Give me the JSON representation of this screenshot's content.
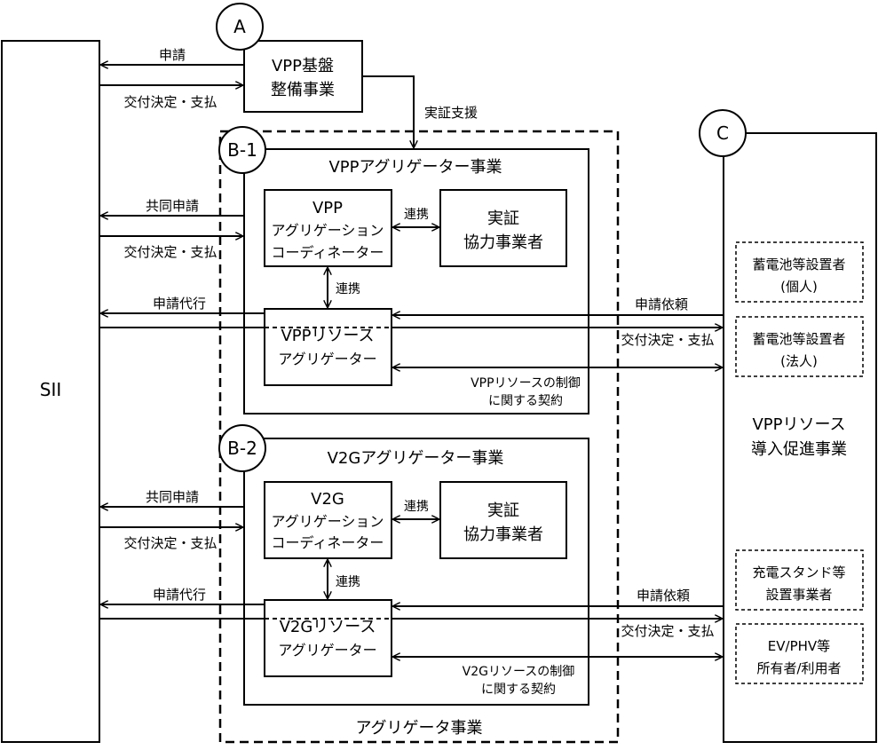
{
  "colors": {
    "line": "#000000",
    "background": "#ffffff"
  },
  "markers": {
    "a": "A",
    "b1": "B-1",
    "b2": "B-2",
    "c": "C"
  },
  "sii": {
    "label": "SII"
  },
  "vpp_kiban": {
    "line1": "VPP基盤",
    "line2": "整備事業"
  },
  "jisshou_shien": "実証支援",
  "b1": {
    "title": "VPPアグリゲーター事業",
    "coordinator": {
      "line1": "VPP",
      "line2": "アグリゲーション",
      "line3": "コーディネーター"
    },
    "partner": {
      "line1": "実証",
      "line2": "協力事業者"
    },
    "renkei_h": "連携",
    "renkei_v": "連携",
    "resource": {
      "line1": "VPPリソース",
      "line2": "アグリゲーター"
    },
    "contract": {
      "line1": "VPPリソースの制御",
      "line2": "に関する契約"
    }
  },
  "b2": {
    "title": "V2Gアグリゲーター事業",
    "coordinator": {
      "line1": "V2G",
      "line2": "アグリゲーション",
      "line3": "コーディネーター"
    },
    "partner": {
      "line1": "実証",
      "line2": "協力事業者"
    },
    "renkei_h": "連携",
    "renkei_v": "連携",
    "resource": {
      "line1": "V2Gリソース",
      "line2": "アグリゲーター"
    },
    "contract": {
      "line1": "V2Gリソースの制御",
      "line2": "に関する契約"
    }
  },
  "aggregator_jigyou": "アグリゲータ事業",
  "flows": {
    "a_shinsei": "申請",
    "a_koufu": "交付決定・支払",
    "b1_kyoudou": "共同申請",
    "b1_koufu": "交付決定・支払",
    "b1_dairi": "申請代行",
    "b1_irai": "申請依頼",
    "b1_koufu_c": "交付決定・支払",
    "b2_kyoudou": "共同申請",
    "b2_koufu": "交付決定・支払",
    "b2_dairi": "申請代行",
    "b2_irai": "申請依頼",
    "b2_koufu_c": "交付決定・支払"
  },
  "c_panel": {
    "title": {
      "line1": "VPPリソース",
      "line2": "導入促進事業"
    },
    "items": [
      {
        "line1": "蓄電池等設置者",
        "line2": "(個人)"
      },
      {
        "line1": "蓄電池等設置者",
        "line2": "(法人)"
      },
      {
        "line1": "充電スタンド等",
        "line2": "設置事業者"
      },
      {
        "line1": "EV/PHV等",
        "line2": "所有者/利用者"
      }
    ]
  }
}
